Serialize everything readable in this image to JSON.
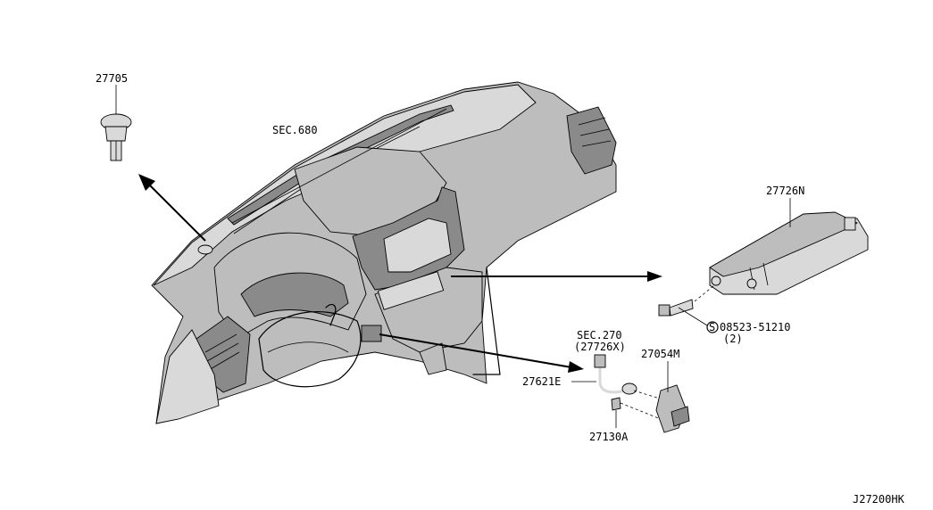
{
  "labels": {
    "part_27705": "27705",
    "sec_680": "SEC.680",
    "part_27726N": "27726N",
    "bolt_08523": "08523-51210",
    "bolt_qty": "(2)",
    "bolt_symbol": "S",
    "sec_270": "SEC.270",
    "sec_270_ref": "(27726X)",
    "part_27054M": "27054M",
    "part_27621E": "27621E",
    "part_27130A": "27130A",
    "diagram_code": "J27200HK"
  }
}
